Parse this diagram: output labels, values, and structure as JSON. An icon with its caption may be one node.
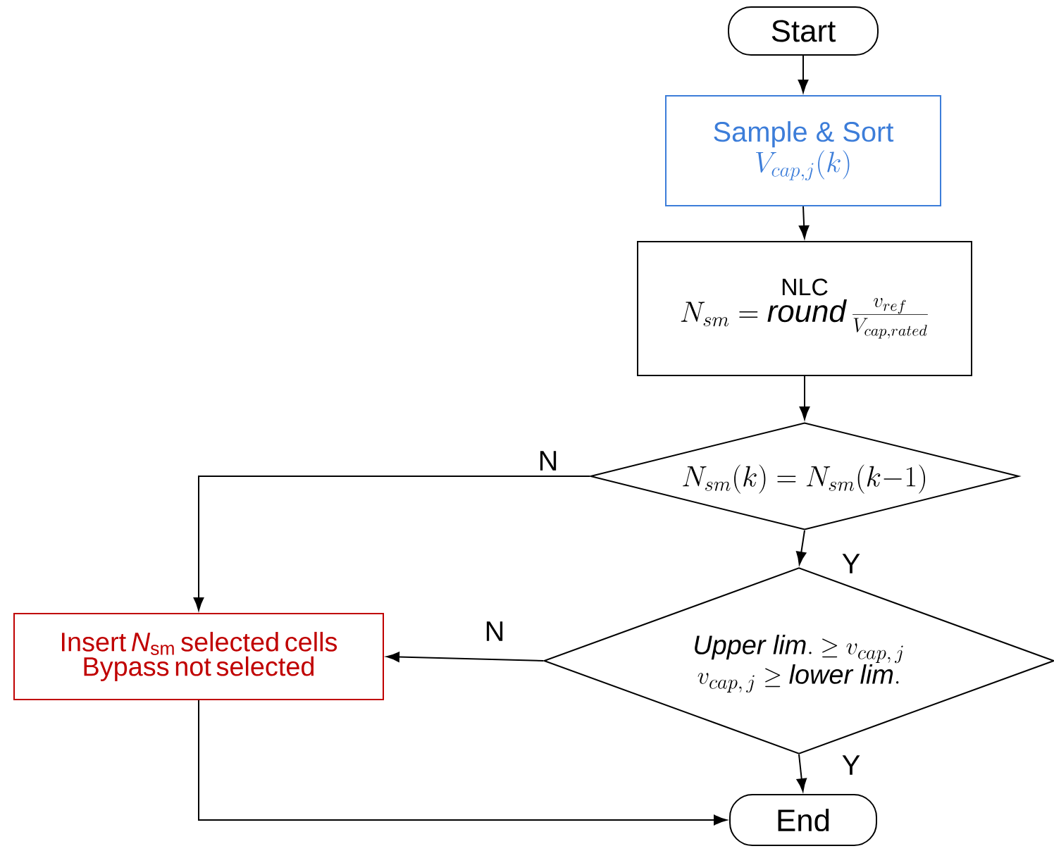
{
  "diagram": {
    "nodes": [
      {
        "text": [
          "Start"
        ]
      },
      {
        "text": [
          "Sample & Sort",
          "V_{cap,j}(k)"
        ]
      },
      {
        "text": [
          "NLC",
          "N_{sm}=\\mathit{round}\\,\\frac{v_{ref}}{V_{cap,rated}}"
        ]
      },
      {
        "text": [
          "N_{sm}(k)=N_{sm}(k\\mathit{-}1)"
        ]
      },
      {
        "text": [
          "\\mathit{Upper\\ lim.}\\geq v_{cap,\\,j}",
          "v_{cap,\\,j}\\geq \\mathit{lower\\ lim.}"
        ]
      },
      {
        "text": [
          "Insert *N*$_{sm}$ selected cells Bypass not selected"
        ]
      },
      {
        "text": [
          "End"
        ]
      }
    ],
    "edges": [
      {
        "from": 0,
        "to": 1,
        "arrow": "to"
      },
      {
        "from": 1,
        "to": 2,
        "arrow": "to"
      },
      {
        "from": 2,
        "to": 3,
        "arrow": "to"
      },
      {
        "from": 3,
        "to": 4,
        "arrow": "to",
        "label": "Y"
      },
      {
        "from": 3,
        "to": 5,
        "arrow": "to",
        "label": "N"
      },
      {
        "from": 4,
        "to": 5,
        "arrow": "to",
        "label": "N"
      },
      {
        "from": 4,
        "to": 6,
        "arrow": "to",
        "label": "Y"
      },
      {
        "from": 5,
        "to": 6,
        "arrow": "to"
      }
    ]
  }
}
